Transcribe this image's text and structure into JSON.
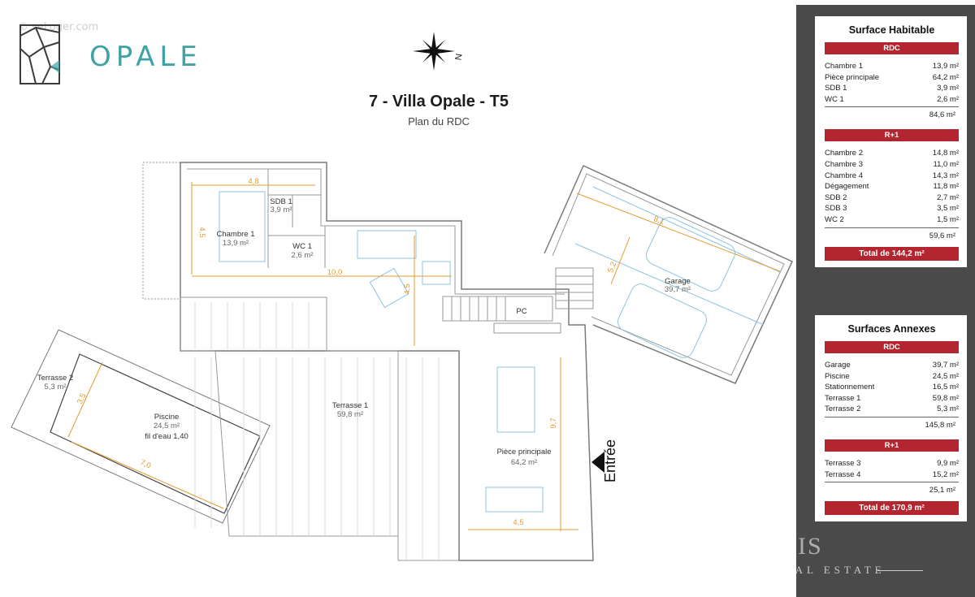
{
  "header": {
    "watermark": "© seLoger.com",
    "brand": "OPALE",
    "compass_label": "N",
    "title": "7 - Villa Opale - T5",
    "subtitle": "Plan du RDC",
    "entrance": "Entrée"
  },
  "colors": {
    "accent_teal": "#3fa3a6",
    "bar_red": "#b4262f",
    "sidebar_gray": "#4a4a4a",
    "dimension_orange": "#e39b2f",
    "furniture_blue": "#8cc3e0"
  },
  "plan": {
    "rooms": {
      "chambre1": {
        "name": "Chambre 1",
        "area": "13,9 m²"
      },
      "sdb1": {
        "name": "SDB 1",
        "area": "3,9 m²"
      },
      "wc1": {
        "name": "WC 1",
        "area": "2,6 m²"
      },
      "garage": {
        "name": "Garage",
        "area": "39,7 m²"
      },
      "pc": {
        "name": "PC"
      },
      "piscine": {
        "name": "Piscine",
        "area": "24,5 m²",
        "note": "fil d'eau 1,40"
      },
      "terrasse1": {
        "name": "Terrasse 1",
        "area": "59,8 m²"
      },
      "terrasse2": {
        "name": "Terrasse 2",
        "area": "5,3 m²"
      },
      "piece": {
        "name": "Pièce principale",
        "area": "64,2 m²"
      }
    },
    "dims": {
      "d48": "4,8",
      "d45a": "4,5",
      "d100": "10,0",
      "d45b": "4,5",
      "d81": "8,1",
      "d52": "5,2",
      "d35": "3,5",
      "d70": "7,0",
      "d97": "9,7",
      "d45c": "4,5"
    }
  },
  "habitable": {
    "title": "Surface Habitable",
    "rdc_label": "RDC",
    "rdc": [
      {
        "name": "Chambre 1",
        "value": "13,9 m²"
      },
      {
        "name": "Pièce principale",
        "value": "64,2 m²"
      },
      {
        "name": "SDB 1",
        "value": "3,9 m²"
      },
      {
        "name": "WC 1",
        "value": "2,6 m²"
      }
    ],
    "rdc_subtotal": "84,6 m²",
    "r1_label": "R+1",
    "r1": [
      {
        "name": "Chambre 2",
        "value": "14,8 m²"
      },
      {
        "name": "Chambre 3",
        "value": "11,0 m²"
      },
      {
        "name": "Chambre 4",
        "value": "14,3 m²"
      },
      {
        "name": "Dégagement",
        "value": "11,8 m²"
      },
      {
        "name": "SDB 2",
        "value": "2,7 m²"
      },
      {
        "name": "SDB 3",
        "value": "3,5 m²"
      },
      {
        "name": "WC 2",
        "value": "1,5 m²"
      }
    ],
    "r1_subtotal": "59,6 m²",
    "total": "Total de  144,2 m²"
  },
  "annexes": {
    "title": "Surfaces Annexes",
    "rdc_label": "RDC",
    "rdc": [
      {
        "name": "Garage",
        "value": "39,7 m²"
      },
      {
        "name": "Piscine",
        "value": "24,5 m²"
      },
      {
        "name": "Stationnement",
        "value": "16,5 m²"
      },
      {
        "name": "Terrasse 1",
        "value": "59,8 m²"
      },
      {
        "name": "Terrasse 2",
        "value": "5,3 m²"
      }
    ],
    "rdc_subtotal": "145,8 m²",
    "r1_label": "R+1",
    "r1": [
      {
        "name": "Terrasse 3",
        "value": "9,9 m²"
      },
      {
        "name": "Terrasse 4",
        "value": "15,2 m²"
      }
    ],
    "r1_subtotal": "25,1 m²",
    "total": "Total de  170,9 m²"
  },
  "agency": {
    "name": "& DAVIS",
    "tagline": "REAL ESTATE"
  }
}
